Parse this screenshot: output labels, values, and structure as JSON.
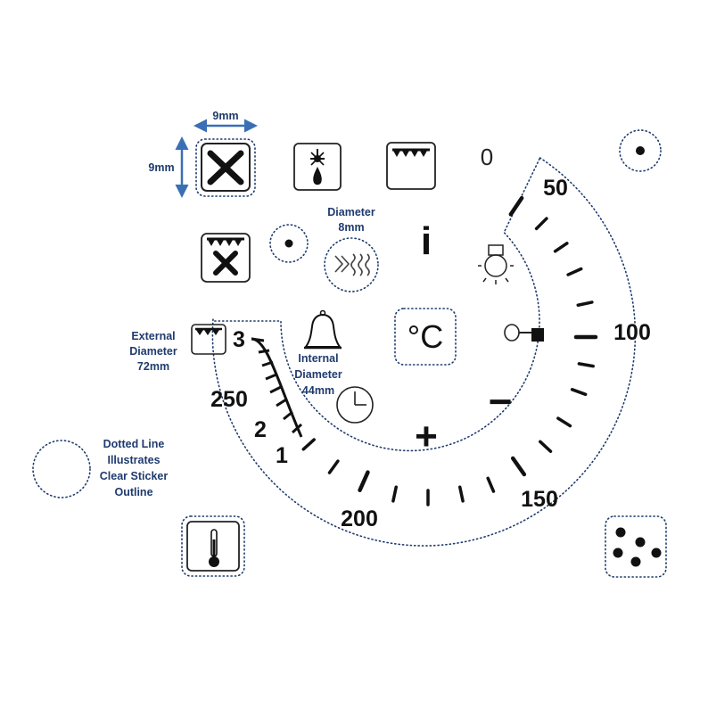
{
  "dimensions": {
    "width_label": "9mm",
    "height_label": "9mm",
    "arrow_color": "#3a6fb5"
  },
  "notes": {
    "diameter_8mm": [
      "Diameter",
      "8mm"
    ],
    "external_diameter": [
      "External",
      "Diameter",
      "72mm"
    ],
    "internal_diameter": [
      "Internal",
      "Diameter",
      "44mm"
    ],
    "dotted_line": [
      "Dotted Line",
      "Illustrates",
      "Clear Sticker",
      "Outline"
    ],
    "note_color": "#1f3b6e"
  },
  "dial": {
    "temperature_labels": [
      "50",
      "100",
      "150",
      "200",
      "250"
    ],
    "grill_labels": [
      "1",
      "2",
      "3"
    ],
    "signs": {
      "minus": "−",
      "plus": "+"
    }
  },
  "symbols": {
    "info": "i",
    "celsius": "°C",
    "zero": "0"
  },
  "icons": [
    "fan-cross-icon",
    "light-bulb-icon",
    "top-heat-icon",
    "zero-icon",
    "dot-icon",
    "grill-fan-icon",
    "small-dot-icon",
    "defrost-waves-icon",
    "info-icon",
    "oven-lamp-icon",
    "bell-icon",
    "celsius-icon",
    "key-icon",
    "clock-icon",
    "grill-icon",
    "thermometer-icon",
    "five-dots-icon"
  ],
  "colors": {
    "outline": "#1f3b6e",
    "ink": "#111111"
  }
}
